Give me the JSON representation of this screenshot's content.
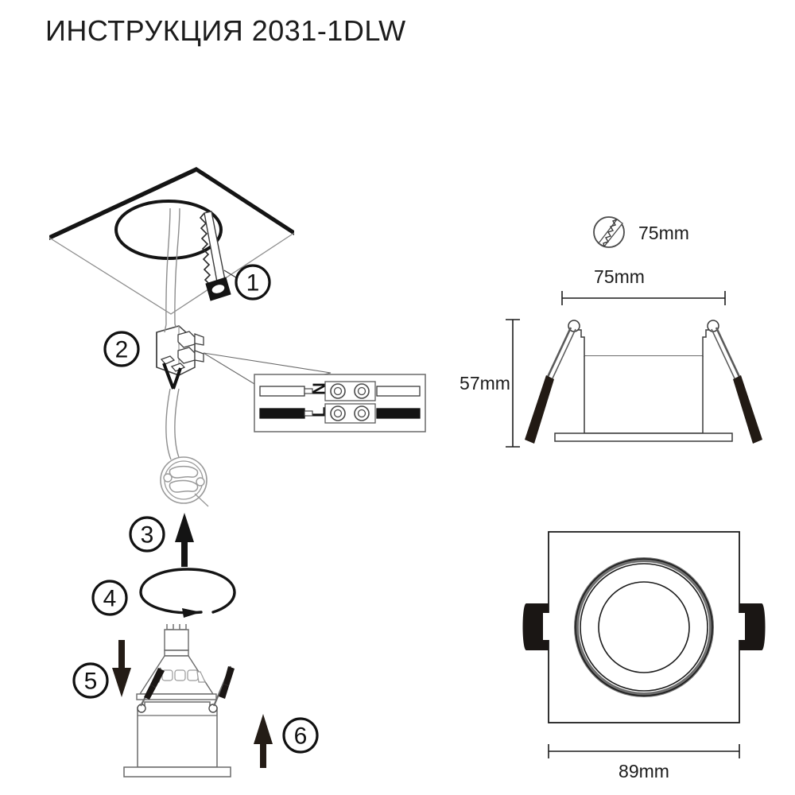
{
  "document": {
    "title": "ИНСТРУКЦИЯ 2031-1DLW",
    "product_code": "2031-1DLW",
    "type": "installation-instruction-diagram"
  },
  "steps": [
    {
      "number": "1",
      "icon": "ceiling-cutout-saw",
      "description": "cut ceiling hole with saw"
    },
    {
      "number": "2",
      "icon": "terminal-block-wiring",
      "description": "connect wires to terminal block"
    },
    {
      "number": "3",
      "icon": "arrow-up",
      "description": "insert lamp holder up through hole"
    },
    {
      "number": "4",
      "icon": "rotate-arrow",
      "description": "rotate to lock"
    },
    {
      "number": "5",
      "icon": "arrow-down",
      "description": "insert lamp down into housing"
    },
    {
      "number": "6",
      "icon": "arrow-up",
      "description": "push fixture up into ceiling"
    }
  ],
  "wiring": {
    "neutral_label": "N",
    "live_label": "L",
    "neutral_wire_color": "#ffffff",
    "live_wire_color": "#141414"
  },
  "cutout": {
    "icon": "hole-saw-icon",
    "size_label": "75mm"
  },
  "dimensions": {
    "side_view_width": "75mm",
    "side_view_height": "57mm",
    "front_view_width": "89mm"
  },
  "colors": {
    "line": "#1c1c1c",
    "fill": "#ffffff",
    "clip_dark": "#1a1614",
    "ring_gray": "#6e6e6e",
    "light_line": "#9a9a9a"
  }
}
